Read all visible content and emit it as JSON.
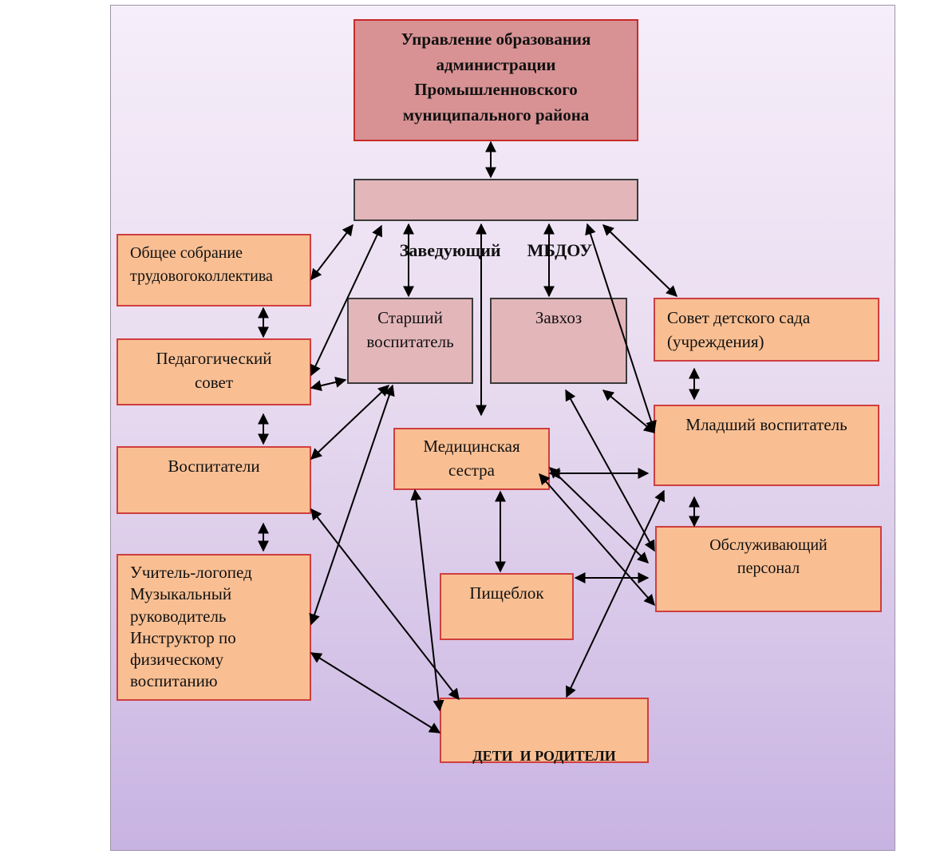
{
  "nodes": {
    "upravlenie": [
      "Управление образования",
      "администрации",
      "Промышленновского",
      "муниципального района"
    ],
    "zaveduyushchiy": [
      "Заведующий      МБДОУ"
    ],
    "obshchee_sobranie": [
      "Общее собрание",
      "трудовогоколлектива"
    ],
    "pedsovet": [
      "Педагогический",
      "совет"
    ],
    "vospitateli": [
      "Воспитатели"
    ],
    "specialisty": [
      "Учитель-логопед",
      "Музыкальный",
      "руководитель",
      "Инструктор по",
      "физическому",
      "воспитанию"
    ],
    "starshiy_vospitatel": [
      "Старший",
      "воспитатель"
    ],
    "zavkhoz": [
      "Завхоз"
    ],
    "sovet_sada": [
      "Совет детского сада",
      "(учреждения)"
    ],
    "med_sestra": [
      "Медицинская",
      "сестра"
    ],
    "mladshiy_vospitatel": [
      "Младший воспитатель"
    ],
    "obsluzhivayushchiy": [
      "Обслуживающий",
      "персонал"
    ],
    "pishcheblok": [
      "Пищеблок"
    ],
    "deti_roditeli": [
      "ДЕТИ  И РОДИТЕЛИ"
    ]
  },
  "colors": {
    "orange_fill": "#f9bf93",
    "pink_fill": "#e3b6ba",
    "top_fill": "#d89294",
    "box_border": "#cf3e3e",
    "arrow": "#000000"
  }
}
